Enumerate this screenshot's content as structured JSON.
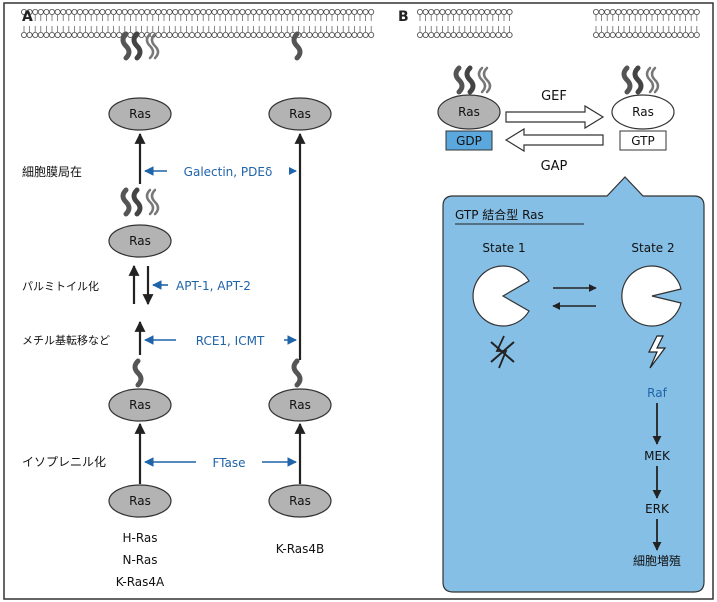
{
  "panel_a": {
    "label": "A",
    "ras": "Ras",
    "steps": {
      "localization": "細胞膜局在",
      "palmitoylation": "パルミトイル化",
      "methylation": "メチル基転移など",
      "prenylation": "イソプレニル化"
    },
    "enzymes": {
      "localization": "Galectin, PDEδ",
      "palmitoylation": "APT-1, APT-2",
      "methylation": "RCE1, ICMT",
      "prenylation": "FTase"
    },
    "isoforms_left": [
      "H-Ras",
      "N-Ras",
      "K-Ras4A"
    ],
    "isoform_right": "K-Ras4B"
  },
  "panel_b": {
    "label": "B",
    "ras": "Ras",
    "gdp": "GDP",
    "gtp": "GTP",
    "gef": "GEF",
    "gap": "GAP",
    "callout": {
      "title": "GTP 結合型 Ras",
      "state1": "State 1",
      "state2": "State 2",
      "cascade": [
        "Raf",
        "MEK",
        "ERK",
        "細胞増殖"
      ]
    }
  },
  "colors": {
    "blue_text": "#1f63a8",
    "callout_fill": "#86bfe6",
    "gdp_fill": "#5aa8de",
    "ras_fill": "#b3b3b3"
  }
}
